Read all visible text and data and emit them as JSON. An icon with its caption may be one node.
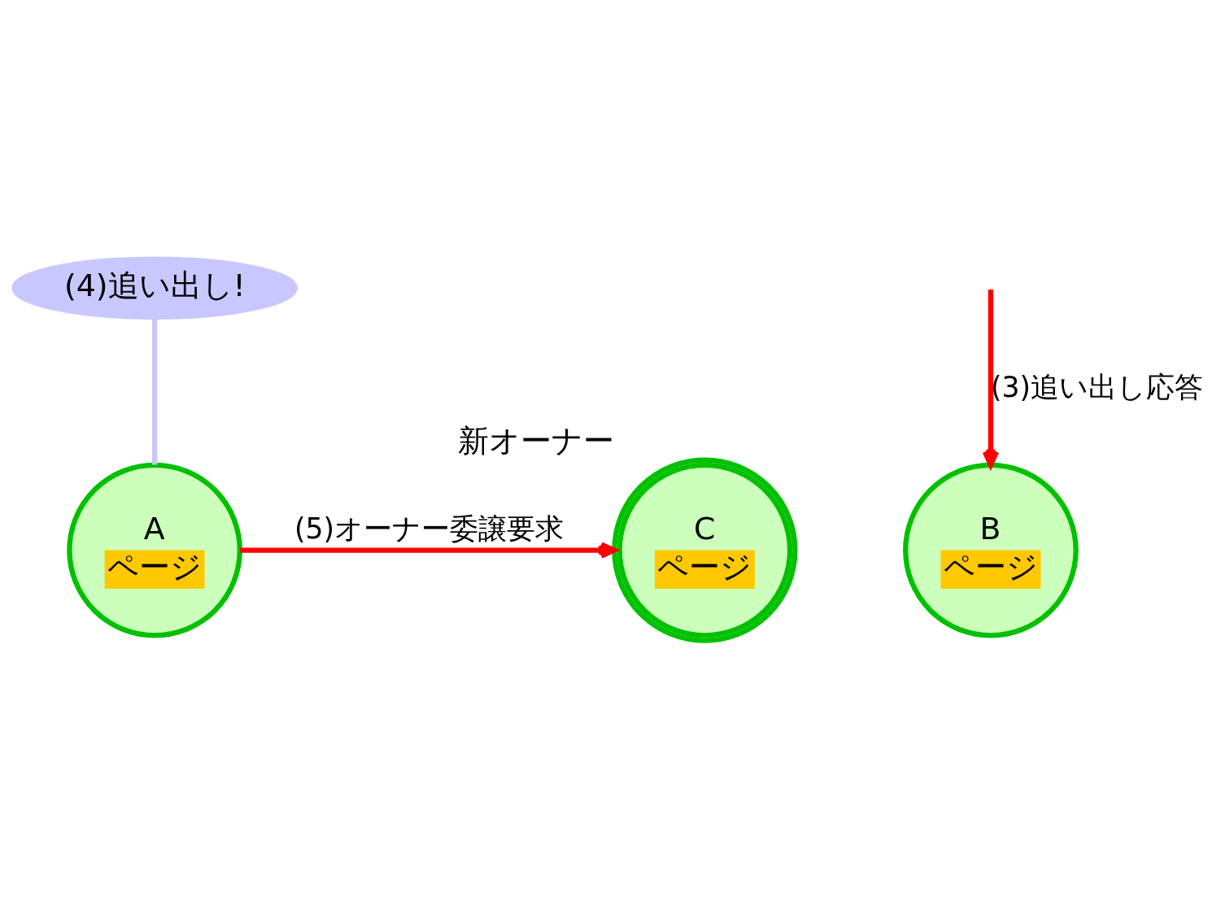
{
  "diagram": {
    "nodes": [
      {
        "text": [
          "(4)追い出し!"
        ]
      },
      {
        "text": [
          "A",
          "ページ"
        ]
      },
      {
        "text": [
          "B",
          "ページ"
        ]
      },
      {
        "text": [
          "C",
          "ページ"
        ],
        "beside": [
          "新オーナー"
        ]
      }
    ],
    "edges": [
      {
        "from": 0,
        "to": 1,
        "arrow": "none",
        "color": "#c8c8ff"
      },
      {
        "from": 1,
        "to": 3,
        "arrow": "to",
        "label": "(5)オーナー委譲要求"
      },
      {
        "from": null,
        "to": 2,
        "arrow": "to",
        "label": "(3)追い出し応答"
      }
    ]
  }
}
